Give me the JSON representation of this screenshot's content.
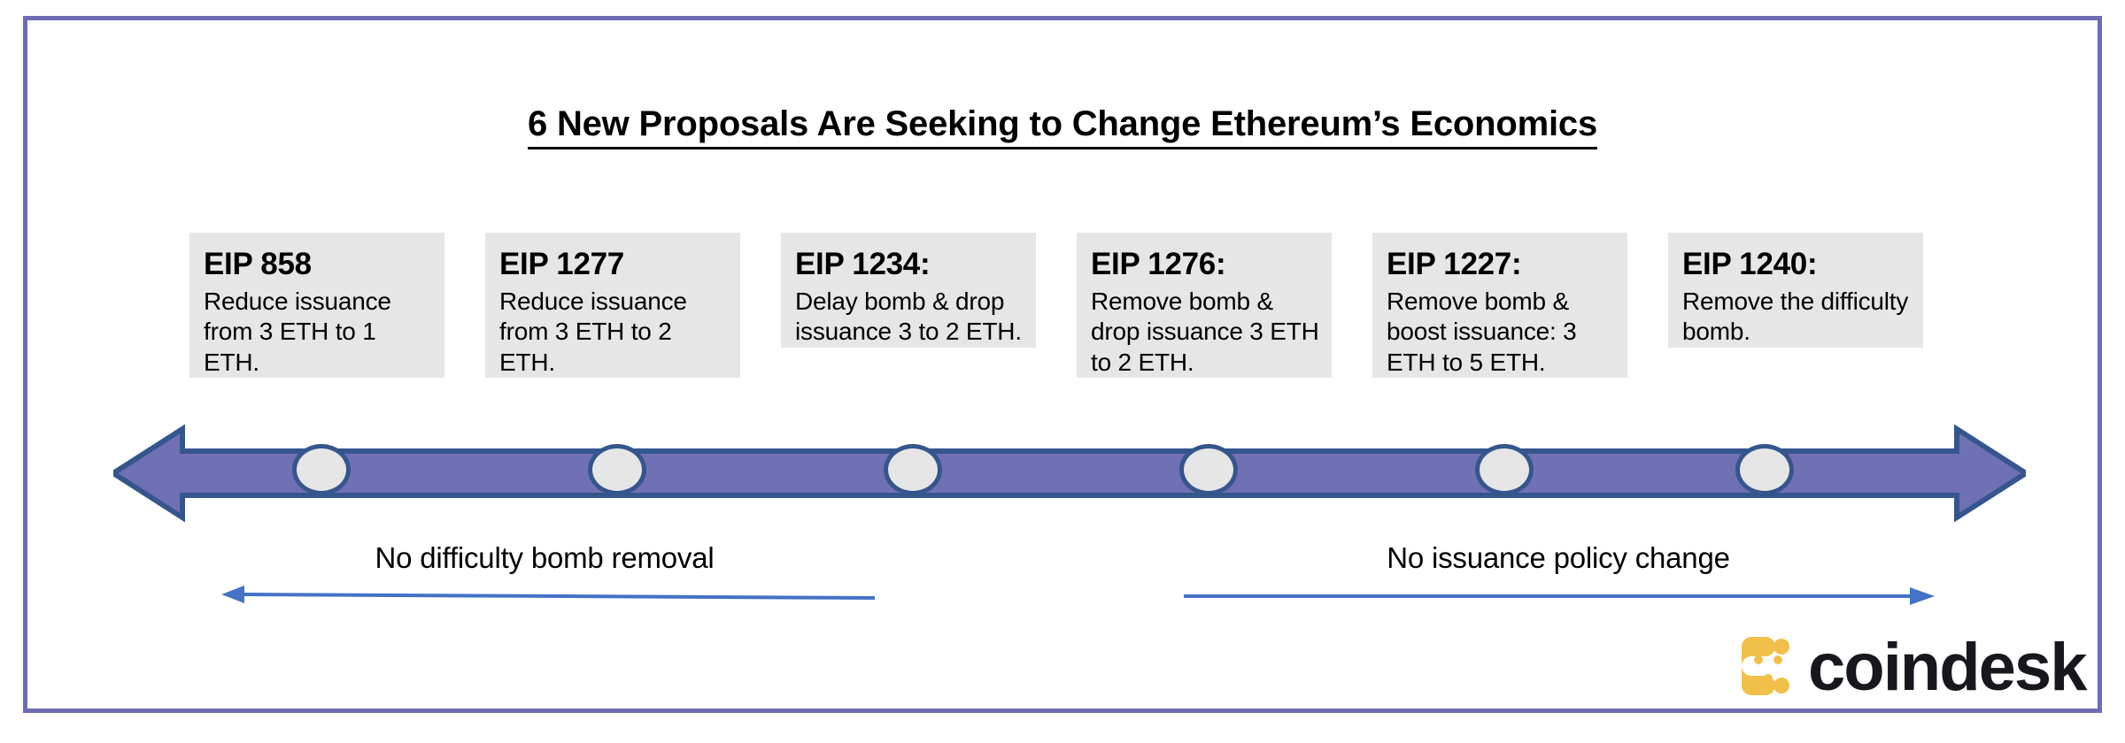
{
  "slide": {
    "title": "6 New Proposals Are Seeking to Change Ethereum’s Economics",
    "frame_color": "#6C6CB8",
    "background": "#ffffff"
  },
  "timeline": {
    "bar_color": "#7070B5",
    "bar_outline_color": "#35568C",
    "node_fill": "#E6E6E6",
    "node_outline": "#35568C",
    "node_count": 6
  },
  "cards": [
    {
      "title": "EIP 858",
      "body": "Reduce issuance from 3 ETH to 1 ETH."
    },
    {
      "title": "EIP 1277",
      "body": "Reduce issuance from 3 ETH to 2 ETH."
    },
    {
      "title": "EIP 1234:",
      "body": "Delay bomb & drop issuance 3 to 2 ETH."
    },
    {
      "title": "EIP 1276:",
      "body": "Remove bomb & drop issuance 3 ETH to 2 ETH."
    },
    {
      "title": "EIP 1227:",
      "body": "Remove bomb & boost issuance: 3 ETH to 5 ETH."
    },
    {
      "title": "EIP 1240:",
      "body": "Remove the difficulty bomb."
    }
  ],
  "ranges": [
    {
      "label": "No difficulty bomb removal",
      "direction": "left",
      "color": "#4472C4"
    },
    {
      "label": "No issuance policy change",
      "direction": "right",
      "color": "#4472C4"
    }
  ],
  "branding": {
    "name": "coindesk",
    "mark_color": "#F0C04A",
    "word_color": "#17181D"
  }
}
